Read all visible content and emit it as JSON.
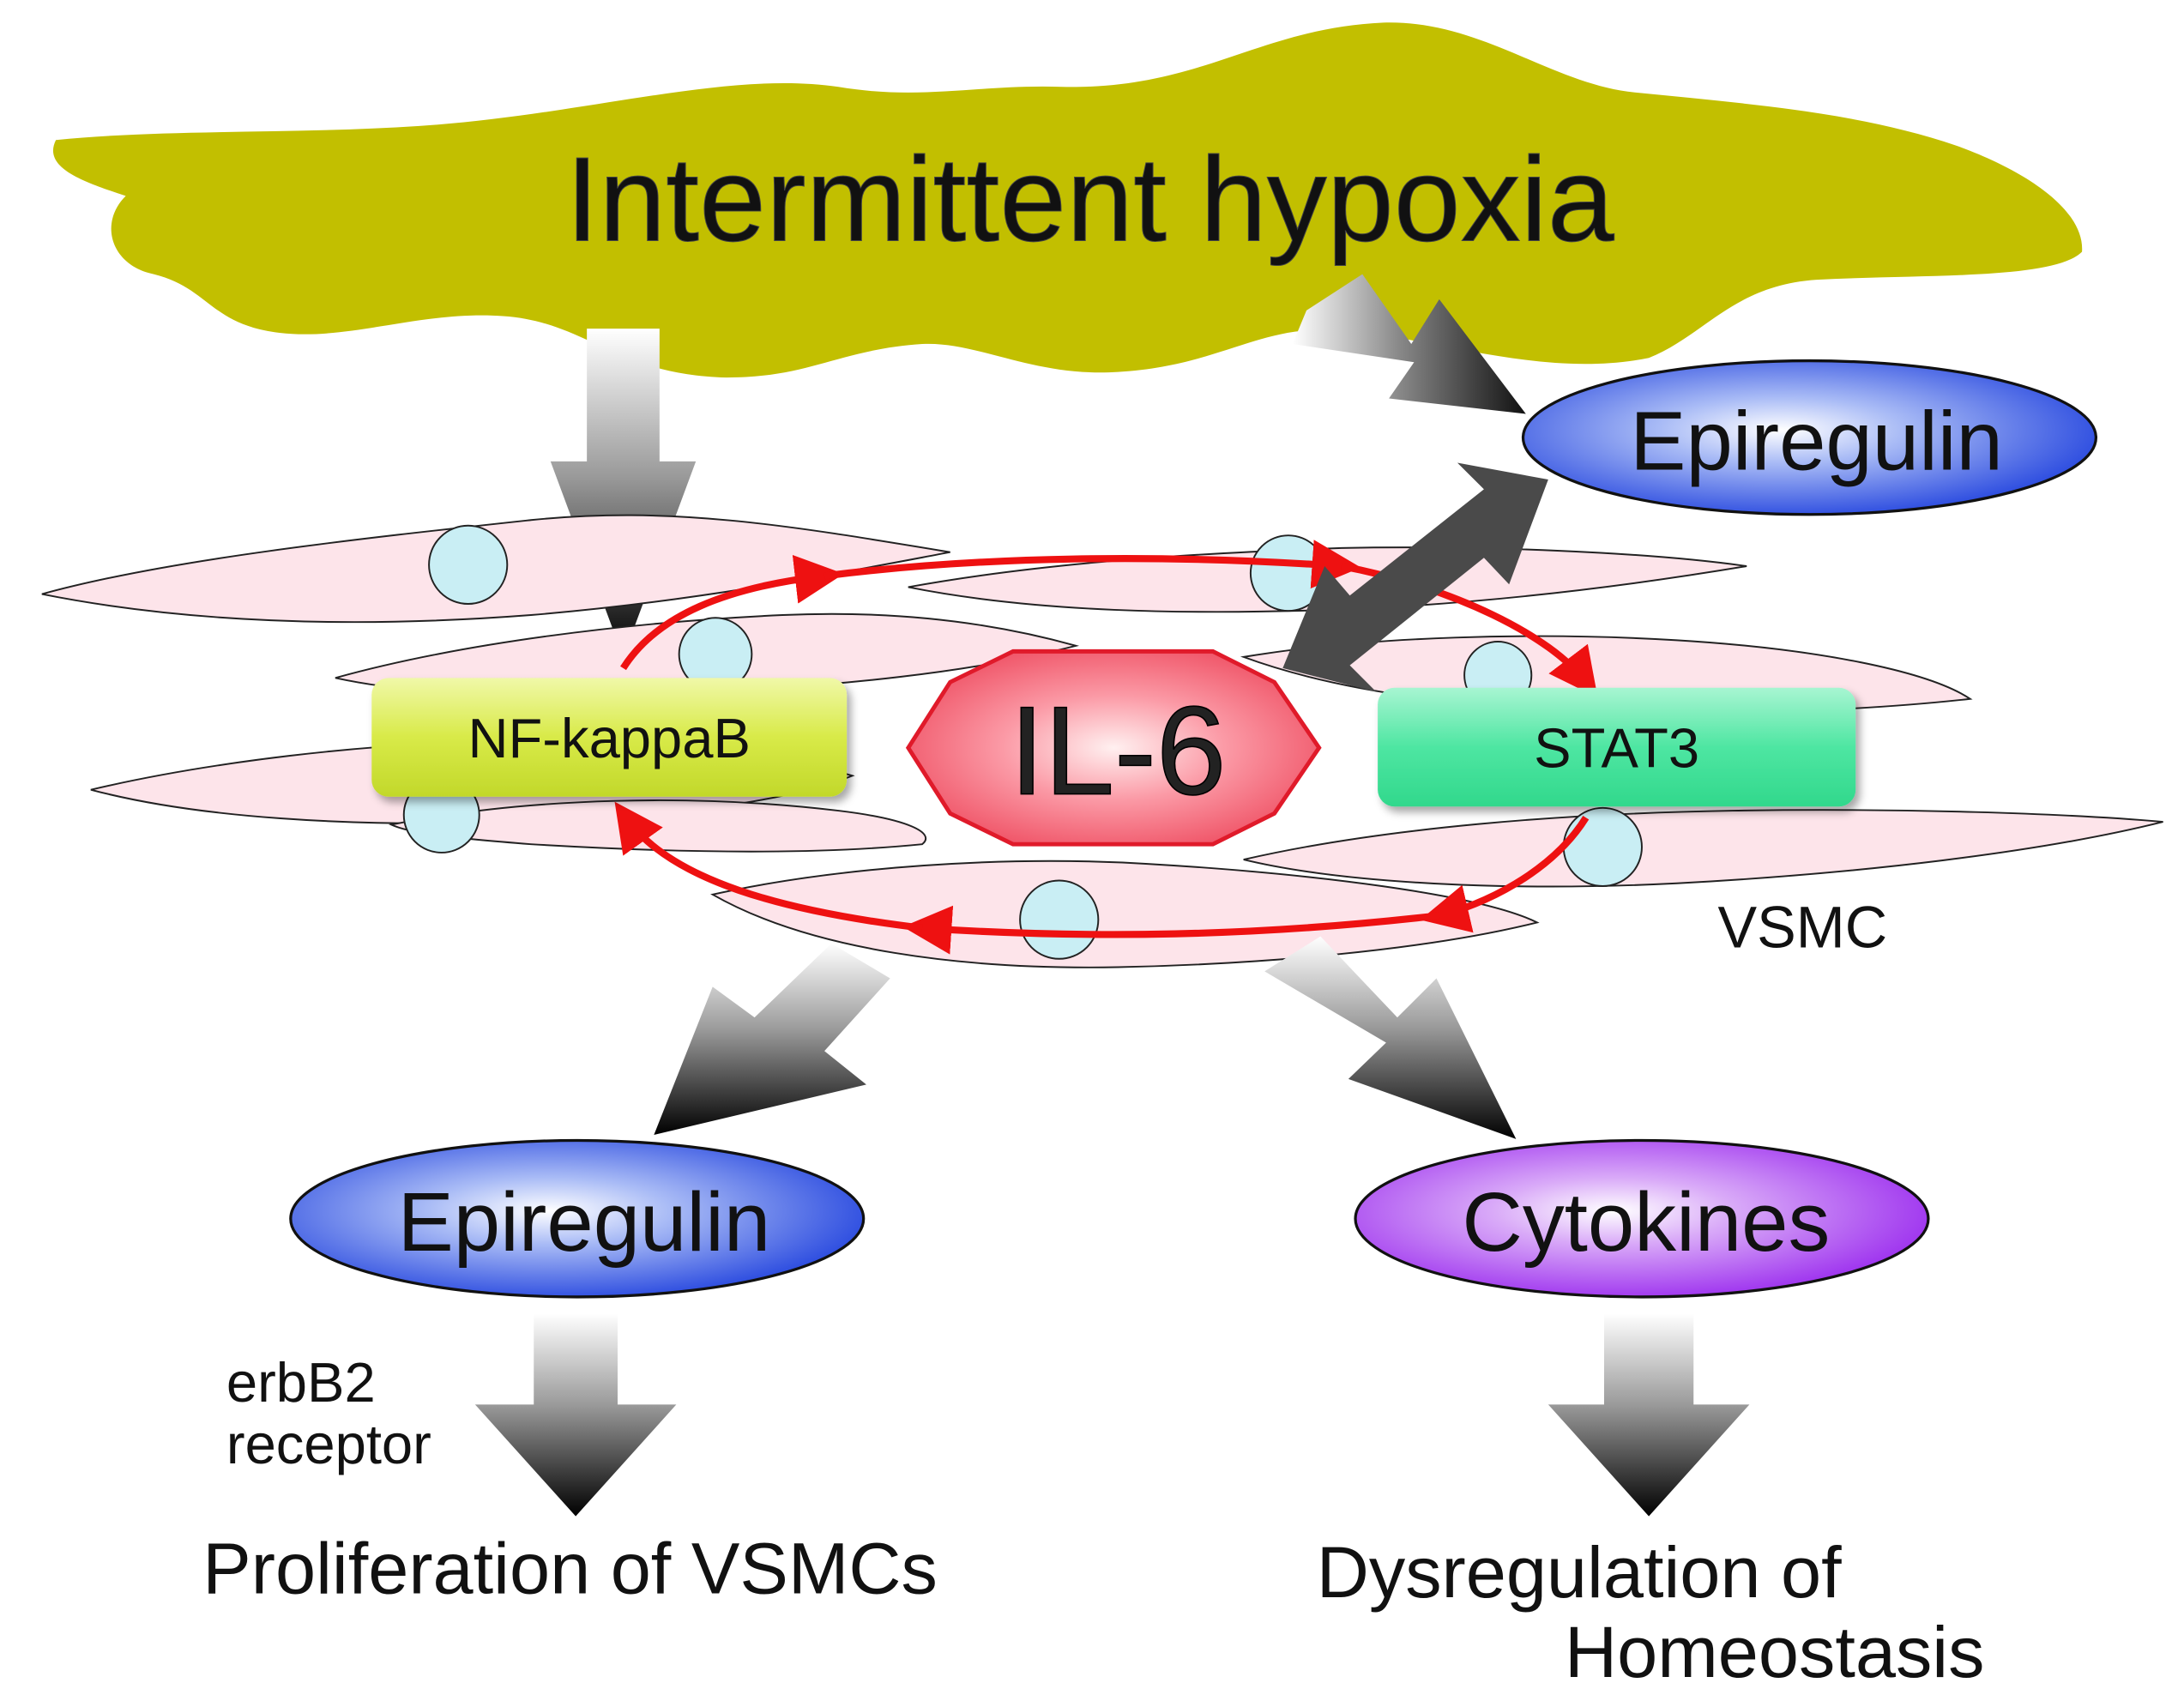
{
  "title": "Intermittent hypoxia",
  "nodes": {
    "epiregulin_top": "Epiregulin",
    "nfkb": "NF-kappaB",
    "il6": "IL-6",
    "stat3": "STAT3",
    "vsmc": "VSMC",
    "epiregulin_bottom": "Epiregulin",
    "cytokines": "Cytokines",
    "receptor_line1": "erbB2",
    "receptor_line2": "receptor",
    "outcome_left": "Proliferation of VSMCs",
    "outcome_right_line1": "Dysregulation of",
    "outcome_right_line2": "Homeostasis"
  },
  "colors": {
    "hypoxia_fill": "#c2bf00",
    "epiregulin_blue": "#2f4fe0",
    "cytokines_purple": "#a035ee",
    "nfkb_fill": "#d2e63c",
    "stat3_fill": "#3fe29a",
    "il6_fill": "#f05a6e",
    "cycle_red": "#ee1111",
    "cell_fill": "#fde4ea",
    "nucleus_fill": "#c9eef4"
  }
}
